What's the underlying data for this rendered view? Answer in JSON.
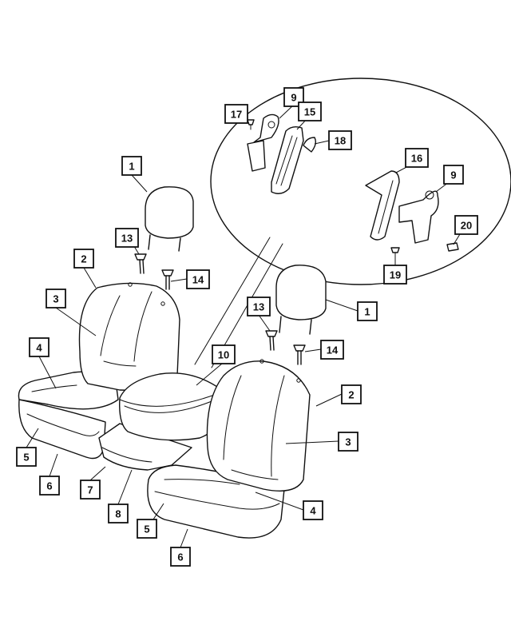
{
  "diagram": {
    "callouts": [
      {
        "id": "c1a",
        "label": "1"
      },
      {
        "id": "c2a",
        "label": "2"
      },
      {
        "id": "c3a",
        "label": "3"
      },
      {
        "id": "c4a",
        "label": "4"
      },
      {
        "id": "c5a",
        "label": "5"
      },
      {
        "id": "c6a",
        "label": "6"
      },
      {
        "id": "c13a",
        "label": "13"
      },
      {
        "id": "c14a",
        "label": "14"
      },
      {
        "id": "c7",
        "label": "7"
      },
      {
        "id": "c8",
        "label": "8"
      },
      {
        "id": "c10",
        "label": "10"
      },
      {
        "id": "c1b",
        "label": "1"
      },
      {
        "id": "c2b",
        "label": "2"
      },
      {
        "id": "c3b",
        "label": "3"
      },
      {
        "id": "c4b",
        "label": "4"
      },
      {
        "id": "c5b",
        "label": "5"
      },
      {
        "id": "c6b",
        "label": "6"
      },
      {
        "id": "c13b",
        "label": "13"
      },
      {
        "id": "c14b",
        "label": "14"
      },
      {
        "id": "c9a",
        "label": "9"
      },
      {
        "id": "c15",
        "label": "15"
      },
      {
        "id": "c17",
        "label": "17"
      },
      {
        "id": "c18",
        "label": "18"
      },
      {
        "id": "c16",
        "label": "16"
      },
      {
        "id": "c9b",
        "label": "9"
      },
      {
        "id": "c20",
        "label": "20"
      },
      {
        "id": "c19",
        "label": "19"
      }
    ]
  }
}
